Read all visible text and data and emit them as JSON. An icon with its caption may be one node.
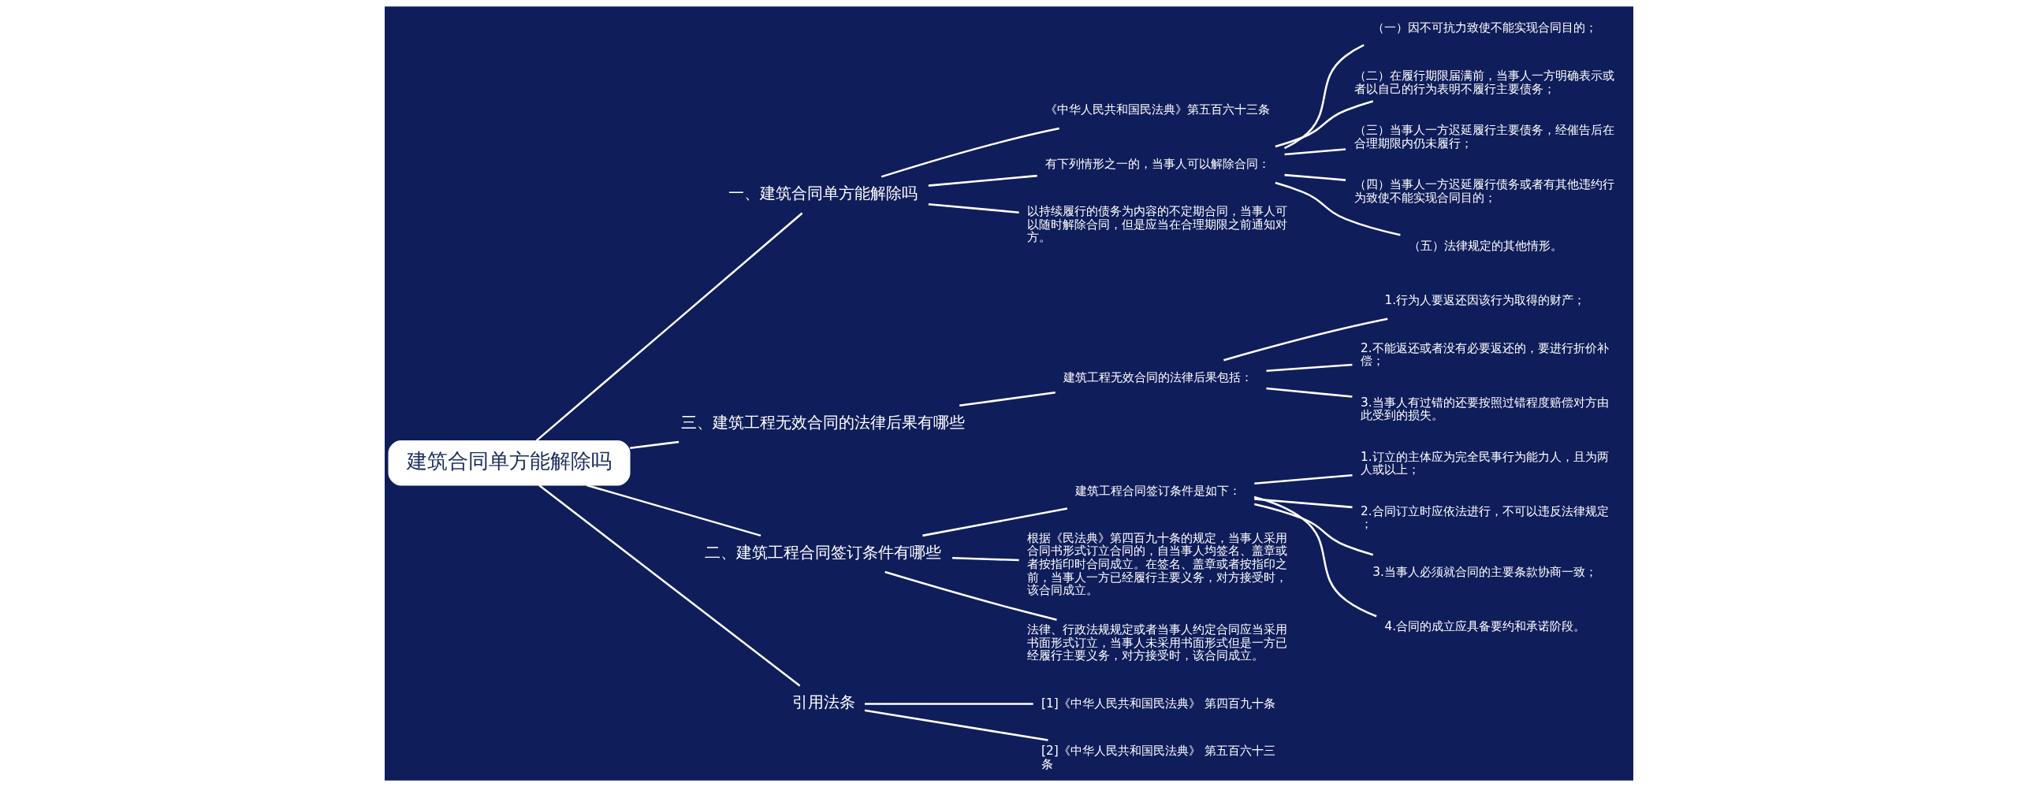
{
  "diagram": {
    "nodes": [
      {
        "text": [
          "建筑合同单方能解除吗"
        ]
      },
      {
        "text": [
          "一、建筑合同单方能解除吗"
        ]
      },
      {
        "text": [
          "《中华人民共和国民法典》第五百六十三条"
        ]
      },
      {
        "text": [
          "有下列情形之一的，当事人可以解除合同："
        ]
      },
      {
        "text": [
          "（一）因不可抗力致使不能实现合同目的；"
        ]
      },
      {
        "text": [
          "（二）在履行期限届满前，当事人一方明确表示或者以自己的行为表明不履行主要债务；"
        ]
      },
      {
        "text": [
          "（三）当事人一方迟延履行主要债务，经催告后在合理期限内仍未履行；"
        ]
      },
      {
        "text": [
          "（四）当事人一方迟延履行债务或者有其他违约行为致使不能实现合同目的；"
        ]
      },
      {
        "text": [
          "（五）法律规定的其他情形。"
        ]
      },
      {
        "text": [
          "以持续履行的债务为内容的不定期合同，当事人可以随时解除合同，但是应当在合理期限之前通知对方。"
        ]
      },
      {
        "text": [
          "三、建筑工程无效合同的法律后果有哪些"
        ]
      },
      {
        "text": [
          "建筑工程无效合同的法律后果包括："
        ]
      },
      {
        "text": [
          "1.行为人要返还因该行为取得的财产；"
        ]
      },
      {
        "text": [
          "2.不能返还或者没有必要返还的，要进行折价补偿；"
        ]
      },
      {
        "text": [
          "3.当事人有过错的还要按照过错程度赔偿对方由此受到的损失。"
        ]
      },
      {
        "text": [
          "二、建筑工程合同签订条件有哪些"
        ]
      },
      {
        "text": [
          "建筑工程合同签订条件是如下："
        ]
      },
      {
        "text": [
          "1.订立的主体应为完全民事行为能力人，且为两人或以上；"
        ]
      },
      {
        "text": [
          "2.合同订立时应依法进行，不可以违反法律规定；"
        ]
      },
      {
        "text": [
          "3.当事人必须就合同的主要条款协商一致；"
        ]
      },
      {
        "text": [
          "4.合同的成立应具备要约和承诺阶段。"
        ]
      },
      {
        "text": [
          "根据《民法典》第四百九十条的规定，当事人采用合同书形式订立合同的，自当事人均签名、盖章或者按指印时合同成立。在签名、盖章或者按指印之前，当事人一方已经履行主要义务，对方接受时，该合同成立。"
        ]
      },
      {
        "text": [
          "法律、行政法规规定或者当事人约定合同应当采用书面形式订立，当事人未采用书面形式但是一方已经履行主要义务，对方接受时，该合同成立。"
        ]
      },
      {
        "text": [
          "引用法条"
        ]
      },
      {
        "text": [
          "[1]《中华人民共和国民法典》 第四百九十条"
        ]
      },
      {
        "text": [
          "[2]《中华人民共和国民法典》 第五百六十三条"
        ]
      }
    ],
    "edges": [
      {
        "from": 0,
        "to": 1,
        "arrow": "none"
      },
      {
        "from": 1,
        "to": 2,
        "arrow": "none"
      },
      {
        "from": 1,
        "to": 3,
        "arrow": "none"
      },
      {
        "from": 3,
        "to": 4,
        "arrow": "none"
      },
      {
        "from": 3,
        "to": 5,
        "arrow": "none"
      },
      {
        "from": 3,
        "to": 6,
        "arrow": "none"
      },
      {
        "from": 3,
        "to": 7,
        "arrow": "none"
      },
      {
        "from": 3,
        "to": 8,
        "arrow": "none"
      },
      {
        "from": 1,
        "to": 9,
        "arrow": "none"
      },
      {
        "from": 0,
        "to": 10,
        "arrow": "none"
      },
      {
        "from": 10,
        "to": 11,
        "arrow": "none"
      },
      {
        "from": 11,
        "to": 12,
        "arrow": "none"
      },
      {
        "from": 11,
        "to": 13,
        "arrow": "none"
      },
      {
        "from": 11,
        "to": 14,
        "arrow": "none"
      },
      {
        "from": 0,
        "to": 15,
        "arrow": "none"
      },
      {
        "from": 15,
        "to": 16,
        "arrow": "none"
      },
      {
        "from": 16,
        "to": 17,
        "arrow": "none"
      },
      {
        "from": 16,
        "to": 18,
        "arrow": "none"
      },
      {
        "from": 16,
        "to": 19,
        "arrow": "none"
      },
      {
        "from": 16,
        "to": 20,
        "arrow": "none"
      },
      {
        "from": 15,
        "to": 21,
        "arrow": "none"
      },
      {
        "from": 15,
        "to": 22,
        "arrow": "none"
      },
      {
        "from": 0,
        "to": 23,
        "arrow": "none"
      },
      {
        "from": 23,
        "to": 24,
        "arrow": "none"
      },
      {
        "from": 23,
        "to": 25,
        "arrow": "none"
      }
    ]
  }
}
